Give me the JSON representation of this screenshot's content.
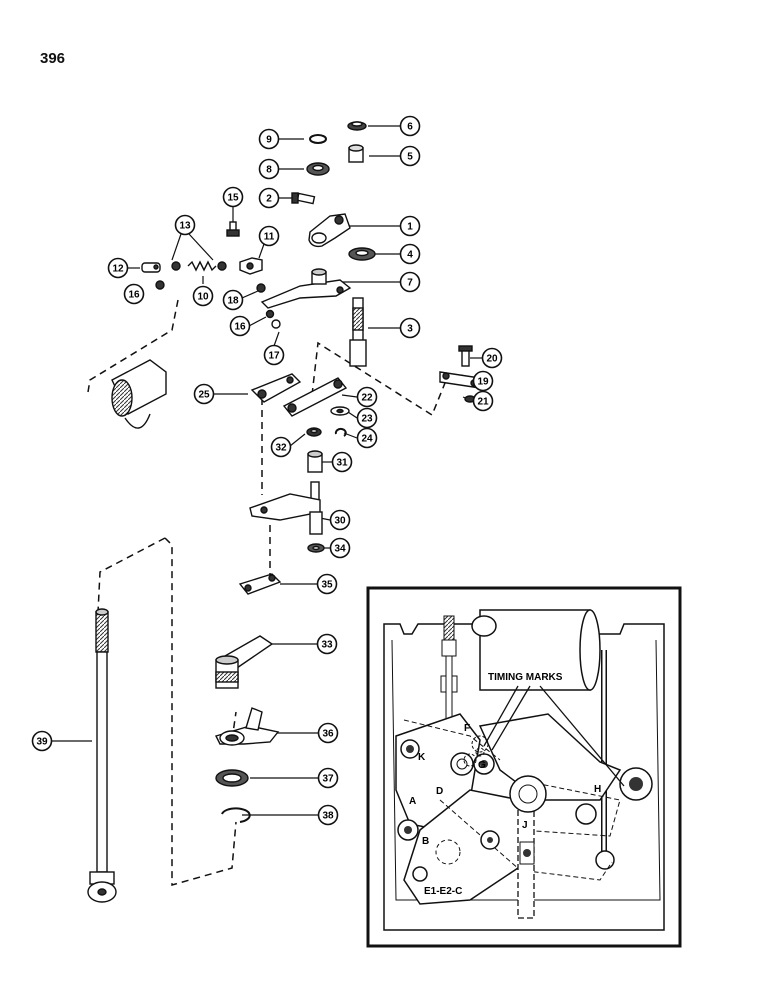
{
  "page": {
    "number": "396"
  },
  "callouts": [
    "1",
    "2",
    "3",
    "4",
    "5",
    "6",
    "7",
    "8",
    "9",
    "10",
    "11",
    "12",
    "13",
    "15",
    "16",
    "16",
    "17",
    "18",
    "19",
    "20",
    "21",
    "22",
    "23",
    "24",
    "25",
    "30",
    "31",
    "32",
    "33",
    "34",
    "35",
    "36",
    "37",
    "38",
    "39"
  ],
  "inset": {
    "timing_label": "TIMING MARKS",
    "letters": [
      "F",
      "K",
      "G",
      "D",
      "A",
      "B",
      "H",
      "J"
    ],
    "code": "E1-E2-C"
  }
}
